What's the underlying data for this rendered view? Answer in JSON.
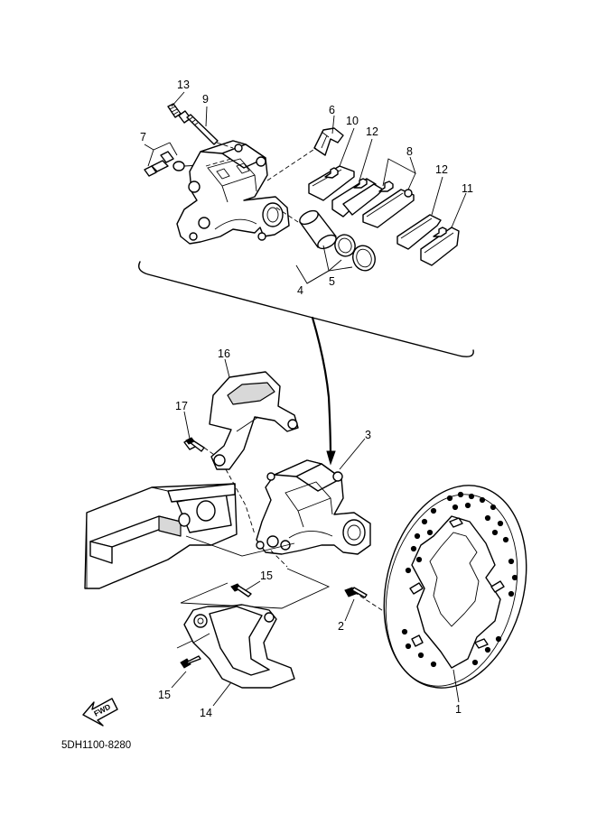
{
  "diagram_code": "5DH1100-8280",
  "fwd_label": "FWD",
  "callouts": {
    "p1": "1",
    "p2": "2",
    "p3": "3",
    "p4": "4",
    "p5": "5",
    "p6": "6",
    "p7": "7",
    "p8": "8",
    "p9": "9",
    "p10": "10",
    "p11": "11",
    "p12a": "12",
    "p12b": "12",
    "p13": "13",
    "p14": "14",
    "p15a": "15",
    "p15b": "15",
    "p16": "16",
    "p17": "17"
  }
}
